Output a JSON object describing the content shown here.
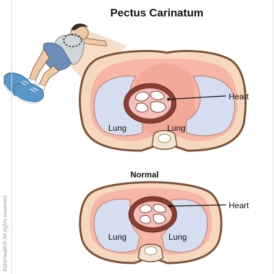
{
  "diagram": {
    "title": "Pectus Carinatum",
    "subtitle": "Normal",
    "top": {
      "heart_label": "Heart",
      "left_lung_label": "Lung",
      "right_lung_label": "Lung"
    },
    "bottom": {
      "heart_label": "Heart",
      "left_lung_label": "Lung",
      "right_lung_label": "Lung"
    },
    "copyright": "KidsHealth® All rights reserved."
  },
  "colors": {
    "body_outline": "#7a5136",
    "skin": "#f6d8bf",
    "tissue_pink": "#f7b6a6",
    "lung_blue": "#d7ddf1",
    "heart_brown": "#8a3e32",
    "heart_pink": "#f3c0bd",
    "spine": "#f2e4d2",
    "shirt": "#cfd6da",
    "shorts": "#6d8db8",
    "shoe_blue": "#5b96c9"
  }
}
